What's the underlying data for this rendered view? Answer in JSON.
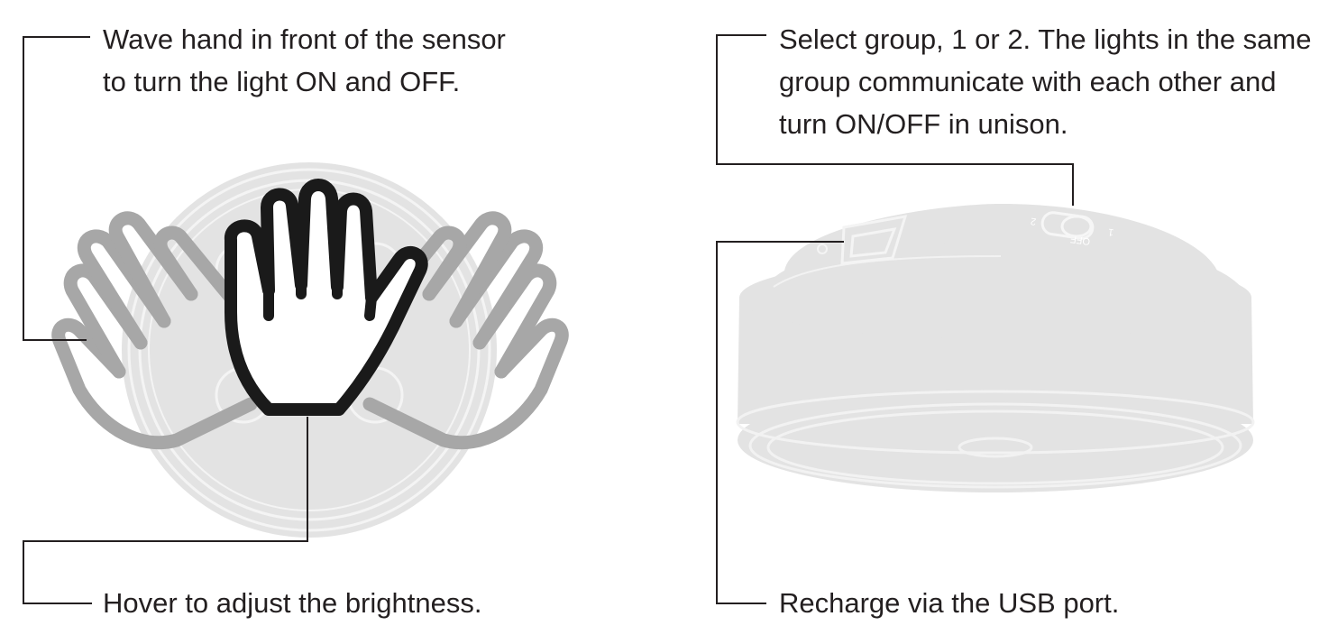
{
  "callouts": {
    "wave": {
      "lines": [
        "Wave hand in front of the sensor",
        "to turn the light ON and OFF."
      ]
    },
    "hover": {
      "lines": [
        "Hover to adjust the brightness."
      ]
    },
    "group": {
      "lines": [
        "Select group, 1 or 2. The lights in the same",
        "group communicate with each other and",
        "turn ON/OFF in unison."
      ]
    },
    "usb": {
      "lines": [
        "Recharge via the USB port."
      ]
    }
  },
  "switch_labels": {
    "group_1": "1",
    "group_2": "2",
    "off": "OFF"
  },
  "colors": {
    "text": "#231f20",
    "leader_line": "#231f20",
    "device_fill": "#e3e3e3",
    "device_outline": "#f2f2f2",
    "hand_gray": "#a7a7a7",
    "hand_black": "#1a1a1a"
  },
  "icons": {
    "side_hands": "hand-outline-gray-icon",
    "center_hand": "hand-outline-black-icon",
    "light_top": "round-light-top-view",
    "light_side": "round-light-side-view"
  }
}
